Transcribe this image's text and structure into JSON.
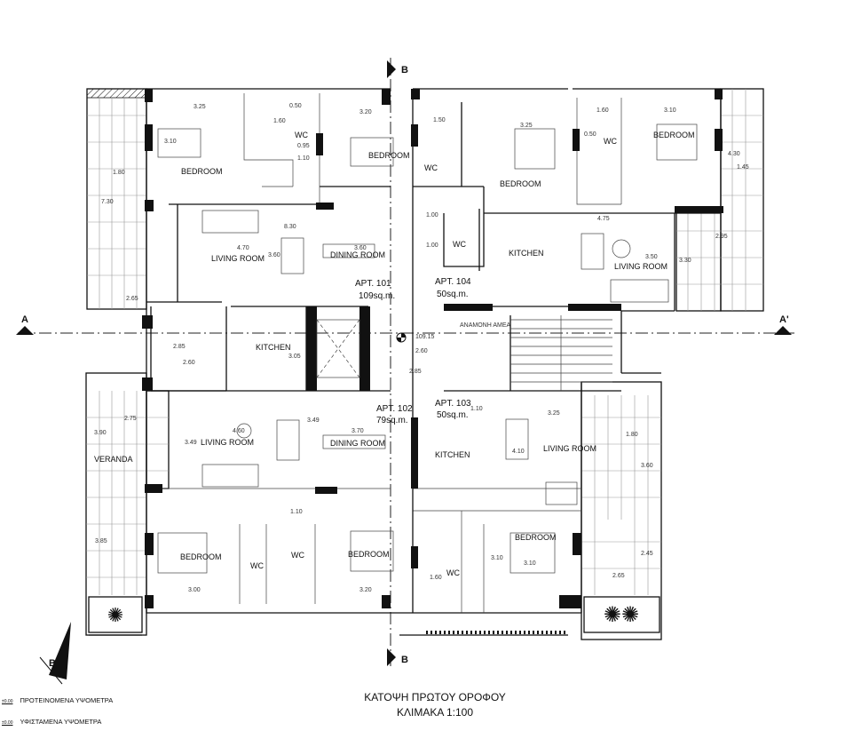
{
  "drawing": {
    "title": "ΚΑΤΟΨΗ ΠΡΩΤΟΥ ΟΡΟΦΟΥ",
    "scale": "ΚΛΙΜΑΚΑ 1:100",
    "legend": [
      {
        "level": "±0.00",
        "label": "ΠΡΟΤΕΙΝΟΜΕΝΑ ΥΨΟΜΕΤΡΑ"
      },
      {
        "level": "±0.00",
        "label": "ΥΦΙΣΤΑΜΕΝΑ ΥΨΟΜΕΤΡΑ"
      }
    ],
    "sections": {
      "a": "A",
      "a_prime": "A'",
      "b_top": "B",
      "b_bottom": "B",
      "north": "B"
    },
    "elevation_mark": "109.15"
  },
  "apartments": [
    {
      "name": "APT. 101",
      "area": "109sq.m."
    },
    {
      "name": "APT. 104",
      "area": "50sq.m."
    },
    {
      "name": "APT. 102",
      "area": "79sq.m."
    },
    {
      "name": "APT. 103",
      "area": "50sq.m."
    }
  ],
  "rooms": {
    "bedroom": "BEDROOM",
    "wc": "WC",
    "living": "LIVING ROOM",
    "dining": "DINING ROOM",
    "kitchen": "KITCHEN",
    "veranda": "VERANDA",
    "waiting": "ΑΝΑΜΟΝΗ ΑΜΕΑ"
  },
  "dimensions": [
    "3.25",
    "3.20",
    "1.60",
    "0.95",
    "1.10",
    "3.10",
    "1.80",
    "7.30",
    "2.65",
    "8.30",
    "4.70",
    "3.60",
    "3.60",
    "0.50",
    "1.50",
    "3.25",
    "1.60",
    "3.10",
    "4.30",
    "1.45",
    "0.50",
    "2.95",
    "4.75",
    "1.00",
    "1.00",
    "3.50",
    "3.30",
    "2.85",
    "2.60",
    "3.05",
    "2.85",
    "2.60",
    "2.75",
    "3.90",
    "3.49",
    "4.60",
    "3.49",
    "3.70",
    "1.10",
    "3.25",
    "1.80",
    "4.10",
    "3.60",
    "3.85",
    "3.00",
    "3.20",
    "1.10",
    "2.45",
    "2.65",
    "3.10",
    "3.10",
    "1.60"
  ]
}
